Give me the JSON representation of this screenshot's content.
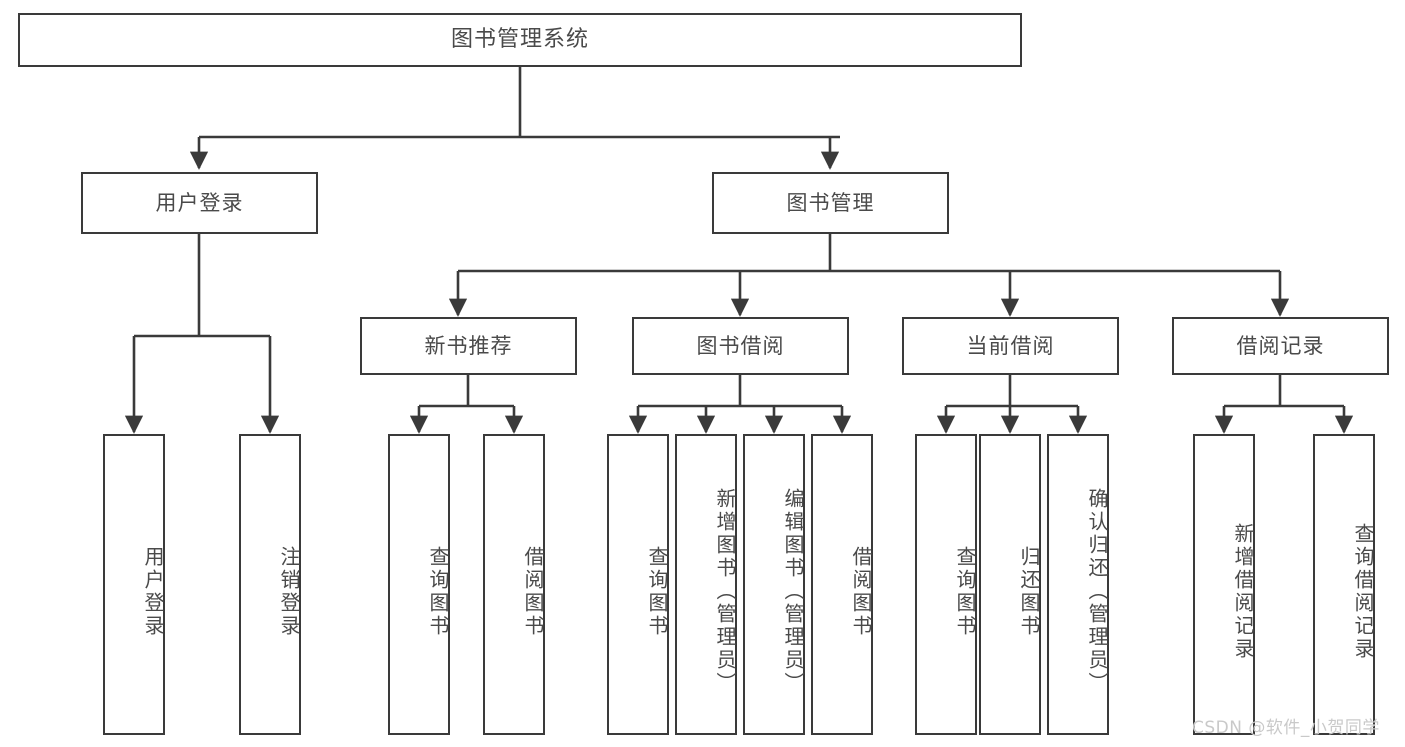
{
  "diagram": {
    "title": "图书管理系统",
    "type": "tree",
    "line_color": "#3a3a3a",
    "text_color": "#4a4a4a",
    "background": "#ffffff",
    "root": {
      "label": "图书管理系统"
    },
    "level2": [
      {
        "label": "用户登录"
      },
      {
        "label": "图书管理"
      }
    ],
    "level3": [
      {
        "label": "新书推荐"
      },
      {
        "label": "图书借阅"
      },
      {
        "label": "当前借阅"
      },
      {
        "label": "借阅记录"
      }
    ],
    "leaves": {
      "user_login": [
        {
          "label": "用户登录"
        },
        {
          "label": "注销登录"
        }
      ],
      "new_book": [
        {
          "label": "查询图书"
        },
        {
          "label": "借阅图书"
        }
      ],
      "borrow_book": [
        {
          "label": "查询图书"
        },
        {
          "label": "新增图书（管理员）"
        },
        {
          "label": "编辑图书（管理员）"
        },
        {
          "label": "借阅图书"
        }
      ],
      "current_borrow": [
        {
          "label": "查询图书"
        },
        {
          "label": "归还图书"
        },
        {
          "label": "确认归还（管理员）"
        }
      ],
      "borrow_record": [
        {
          "label": "新增借阅记录"
        },
        {
          "label": "查询借阅记录"
        }
      ]
    }
  },
  "watermark": {
    "text": "CSDN @软件_小贺同学"
  }
}
